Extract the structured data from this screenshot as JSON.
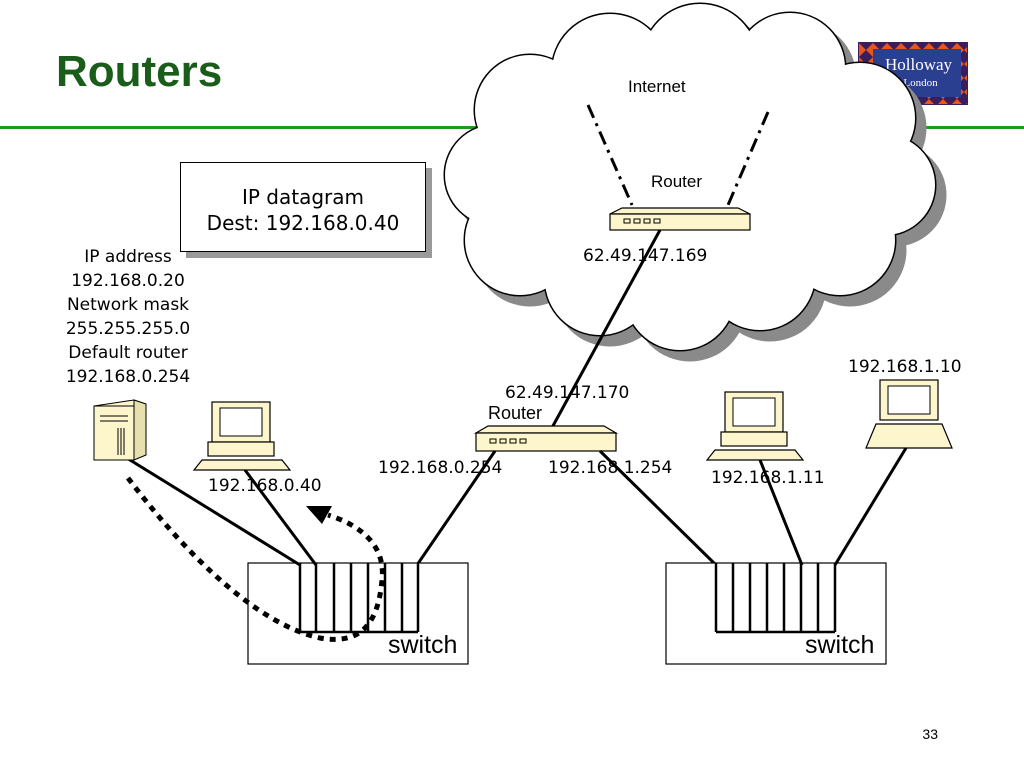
{
  "slide": {
    "title": "Routers",
    "page_number": "33",
    "logo": {
      "line1": "Holloway",
      "line2": "f London"
    }
  },
  "datagram": {
    "line1": "IP datagram",
    "line2": "Dest: 192.168.0.40"
  },
  "host_info": {
    "lines": [
      "IP address",
      "192.168.0.20",
      "Network mask",
      "255.255.255.0",
      "Default router",
      "192.168.0.254"
    ]
  },
  "internet": {
    "label": "Internet",
    "router_label": "Router",
    "router_ip": "62.49.147.169"
  },
  "local_router": {
    "label": "Router",
    "wan_ip": "62.49.147.170",
    "lan0_ip": "192.168.0.254",
    "lan1_ip": "192.168.1.254"
  },
  "hosts": {
    "left_pc_ip": "192.168.0.40",
    "right_pc1_ip": "192.168.1.11",
    "right_pc2_ip": "192.168.1.10"
  },
  "switches": {
    "left_label": "switch",
    "right_label": "switch"
  },
  "colors": {
    "title": "#1a5c1a",
    "rule": "#1f9a1f",
    "device": "#fdf6cc",
    "logo_bg": "#3b1c5c",
    "logo_pattern": "#e8561a"
  }
}
